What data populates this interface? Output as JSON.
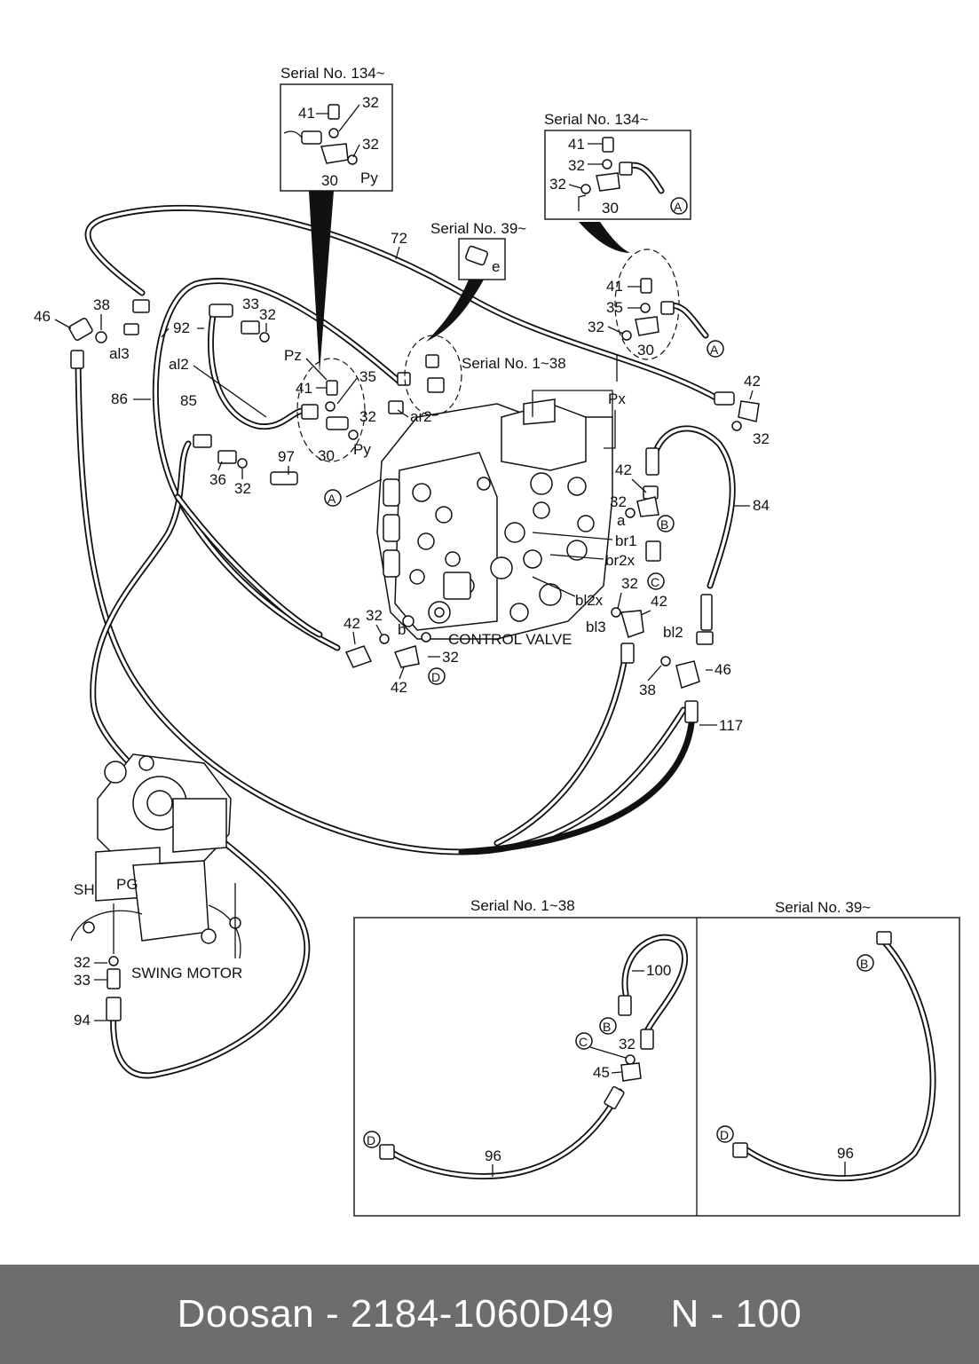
{
  "footer": {
    "text": "Doosan - 2184-1060D49     N - 100"
  },
  "insets": {
    "top_left_serial": "Serial No. 134~",
    "top_right_serial": "Serial No. 134~",
    "center_serial": "Serial No. 39~",
    "center_serial_2": "Serial No. 1~38",
    "bottom_left_serial": "Serial No. 1~38",
    "bottom_right_serial": "Serial No. 39~"
  },
  "labels": {
    "control_valve": "CONTROL VALVE",
    "swing_motor": "SWING MOTOR",
    "sh": "SH",
    "pg": "PG",
    "px": "Px",
    "pz": "Pz",
    "py": "Py",
    "py_inset": "Py",
    "al3": "al3",
    "al2": "al2",
    "ar2": "ar2",
    "a": "a",
    "b": "b",
    "br1": "br1",
    "br2x": "br2x",
    "bl2x": "bl2x",
    "bl3": "bl3",
    "bl2": "bl2",
    "e": "e"
  },
  "callouts": {
    "A": "A",
    "B": "B",
    "C": "C",
    "D": "D"
  },
  "part_numbers": {
    "n30": "30",
    "n32": "32",
    "n33": "33",
    "n35": "35",
    "n36": "36",
    "n38": "38",
    "n41": "41",
    "n42": "42",
    "n45": "45",
    "n46": "46",
    "n72": "72",
    "n84": "84",
    "n85": "85",
    "n86": "86",
    "n92": "92",
    "n94": "94",
    "n96": "96",
    "n97": "97",
    "n100": "100",
    "n117": "117"
  }
}
